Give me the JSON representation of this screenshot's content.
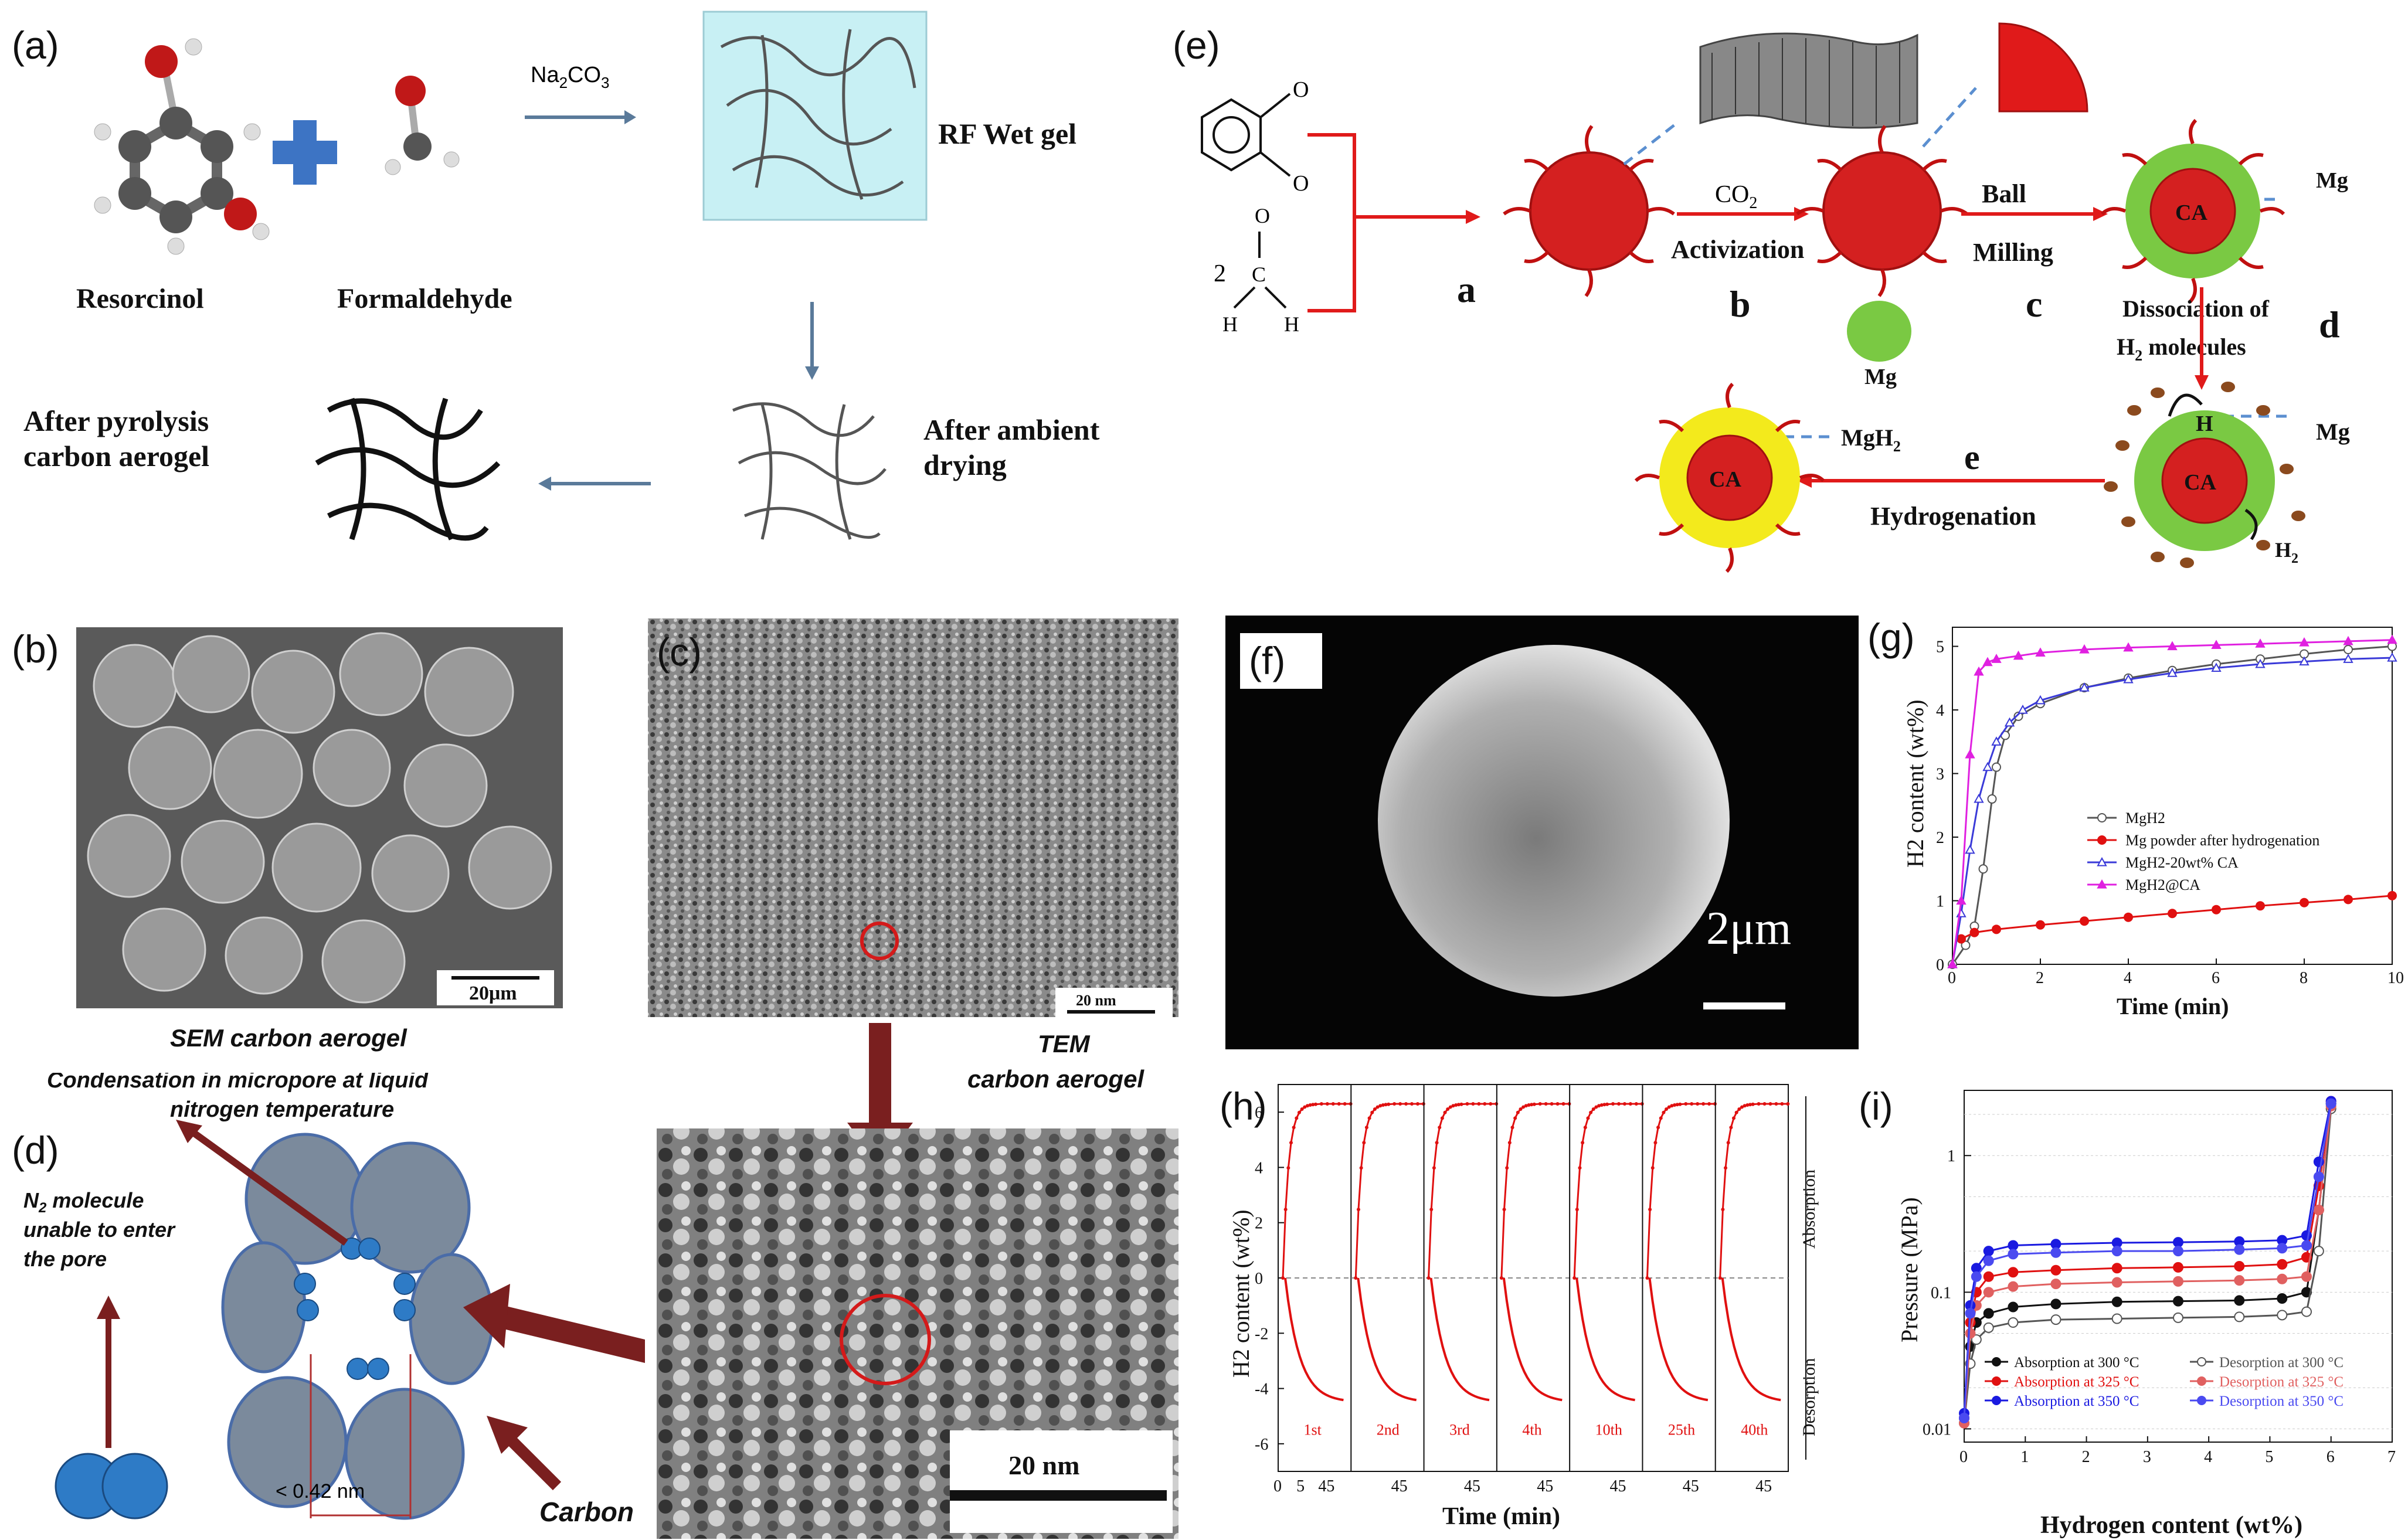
{
  "panel_labels": {
    "a": "(a)",
    "b": "(b)",
    "c": "(c)",
    "d": "(d)",
    "e": "(e)",
    "f": "(f)",
    "g": "(g)",
    "h": "(h)",
    "i": "(i)"
  },
  "panel_a": {
    "resorcinol": "Resorcinol",
    "formaldehyde": "Formaldehyde",
    "catalyst": "Na",
    "catalyst_sub1": "2",
    "catalyst_mid": "CO",
    "catalyst_sub2": "3",
    "wet_gel": "RF Wet gel",
    "ambient_1": "After ambient",
    "ambient_2": "drying",
    "pyro_1": "After pyrolysis",
    "pyro_2": "carbon aerogel"
  },
  "panel_b": {
    "scale": "20μm",
    "caption": "SEM carbon aerogel"
  },
  "panel_c": {
    "scale_top": "20 nm",
    "scale_bottom": "20 nm",
    "caption_1": "TEM",
    "caption_2": "carbon aerogel"
  },
  "panel_d": {
    "condensation_1": "Condensation in micropore at liquid",
    "condensation_2": "nitrogen temperature",
    "n2_1": "N",
    "n2_sub": "2",
    "n2_rest": " molecule",
    "n2_2": "unable to enter",
    "n2_3": "the pore",
    "size": "< 0.42 nm",
    "carbon": "Carbon"
  },
  "panel_e": {
    "o": "O",
    "two": "2",
    "h": "H",
    "c_atom": "C",
    "step_a": "a",
    "step_b": "b",
    "step_c": "c",
    "step_d": "d",
    "step_e": "e",
    "co2": "CO",
    "co2_sub": "2",
    "activization": "Activization",
    "ball": "Ball",
    "milling": "Milling",
    "mg": "Mg",
    "ca": "CA",
    "dissoc_1": "Dissociation of",
    "dissoc_2_h": "H",
    "dissoc_2_sub": "2",
    "dissoc_2_rest": " molecules",
    "mgh2": "MgH",
    "mgh2_sub": "2",
    "hydrogenation": "Hydrogenation",
    "h_atom": "H",
    "h2": "H",
    "h2_sub": "2"
  },
  "panel_f": {
    "scale": "2μm"
  },
  "colors": {
    "red": "#d42020",
    "green": "#7ac943",
    "yellow": "#f3ea1c",
    "dark_red": "#7a1f1f",
    "blue_arrow": "#5b8fd0"
  },
  "chart_data": [
    {
      "panel": "g",
      "type": "line",
      "xlabel": "Time (min)",
      "ylabel": "H2 content (wt%)",
      "xlim": [
        0,
        10
      ],
      "ylim": [
        0,
        5.3
      ],
      "xticks": [
        0,
        2,
        4,
        6,
        8,
        10
      ],
      "yticks": [
        0,
        1,
        2,
        3,
        4,
        5
      ],
      "legend_position": "center-right",
      "series": [
        {
          "name": "MgH2",
          "color": "#555555",
          "marker": "circle-open",
          "x": [
            0,
            0.3,
            0.5,
            0.7,
            0.9,
            1.0,
            1.2,
            1.5,
            2,
            3,
            4,
            5,
            6,
            7,
            8,
            9,
            10
          ],
          "y": [
            0,
            0.3,
            0.6,
            1.5,
            2.6,
            3.1,
            3.6,
            3.9,
            4.1,
            4.35,
            4.5,
            4.62,
            4.72,
            4.8,
            4.88,
            4.95,
            5.0
          ]
        },
        {
          "name": "Mg powder after hydrogenation",
          "color": "#e01010",
          "marker": "circle-filled",
          "x": [
            0.2,
            0.5,
            1,
            2,
            3,
            4,
            5,
            6,
            7,
            8,
            9,
            10
          ],
          "y": [
            0.4,
            0.5,
            0.55,
            0.62,
            0.68,
            0.74,
            0.8,
            0.86,
            0.92,
            0.97,
            1.02,
            1.08
          ]
        },
        {
          "name": "MgH2-20wt% CA",
          "color": "#3a3ad8",
          "marker": "triangle-open",
          "x": [
            0,
            0.2,
            0.4,
            0.6,
            0.8,
            1.0,
            1.3,
            1.6,
            2,
            3,
            4,
            5,
            6,
            7,
            8,
            9,
            10
          ],
          "y": [
            0,
            0.8,
            1.8,
            2.6,
            3.1,
            3.5,
            3.8,
            4.0,
            4.15,
            4.35,
            4.48,
            4.58,
            4.66,
            4.72,
            4.76,
            4.8,
            4.82
          ]
        },
        {
          "name": "MgH2@CA",
          "color": "#e020e0",
          "marker": "triangle-filled",
          "x": [
            0,
            0.2,
            0.4,
            0.6,
            0.8,
            1.0,
            1.5,
            2,
            3,
            4,
            5,
            6,
            7,
            8,
            9,
            10
          ],
          "y": [
            0,
            1.0,
            3.3,
            4.6,
            4.75,
            4.8,
            4.85,
            4.9,
            4.95,
            4.98,
            5.0,
            5.02,
            5.04,
            5.06,
            5.08,
            5.1
          ]
        }
      ]
    },
    {
      "panel": "h",
      "type": "line",
      "xlabel": "Time (min)",
      "ylabel": "H2 content (wt%)",
      "ylim": [
        -7,
        7
      ],
      "yticks": [
        -6,
        -4,
        -2,
        0,
        2,
        4,
        6
      ],
      "xticks_first": [
        "0",
        "5",
        "45"
      ],
      "xticks_cycle": "45",
      "right_labels": [
        "Absorption",
        "Desorption"
      ],
      "cycles": [
        "1st",
        "2nd",
        "3rd",
        "4th",
        "10th",
        "25th",
        "40th"
      ],
      "absorption_max": 6.3,
      "desorption_min": -4.5
    },
    {
      "panel": "i",
      "type": "line",
      "xlabel": "Hydrogen content (wt%)",
      "ylabel": "Pressure (MPa)",
      "xlim": [
        0,
        7
      ],
      "ylim": [
        0.01,
        2.5
      ],
      "yscale": "log",
      "xticks": [
        0,
        1,
        2,
        3,
        4,
        5,
        6,
        7
      ],
      "yticks": [
        "0.01",
        "0.1",
        "1"
      ],
      "legend_position": "bottom",
      "series": [
        {
          "name": "Absorption at 300 °C",
          "color": "#111111",
          "marker": "circle-filled",
          "x": [
            0,
            0.1,
            0.2,
            0.4,
            0.8,
            1.5,
            2.5,
            3.5,
            4.5,
            5.2,
            5.6,
            5.8,
            6.0
          ],
          "y": [
            0.012,
            0.04,
            0.06,
            0.07,
            0.078,
            0.082,
            0.085,
            0.086,
            0.087,
            0.09,
            0.1,
            0.4,
            2.4
          ]
        },
        {
          "name": "Desorption at 300 °C",
          "color": "#555555",
          "marker": "circle-open",
          "x": [
            0,
            0.1,
            0.2,
            0.4,
            0.8,
            1.5,
            2.5,
            3.5,
            4.5,
            5.2,
            5.6,
            5.8,
            6.0
          ],
          "y": [
            0.011,
            0.03,
            0.045,
            0.055,
            0.06,
            0.063,
            0.064,
            0.065,
            0.066,
            0.068,
            0.072,
            0.2,
            2.2
          ]
        },
        {
          "name": "Absorption at 325 °C",
          "color": "#e01010",
          "marker": "circle-filled",
          "x": [
            0,
            0.1,
            0.2,
            0.4,
            0.8,
            1.5,
            2.5,
            3.5,
            4.5,
            5.2,
            5.6,
            5.8,
            6.0
          ],
          "y": [
            0.012,
            0.06,
            0.1,
            0.13,
            0.14,
            0.145,
            0.15,
            0.152,
            0.155,
            0.16,
            0.18,
            0.6,
            2.5
          ]
        },
        {
          "name": "Desorption at 325 °C",
          "color": "#e06060",
          "marker": "circle-half",
          "x": [
            0,
            0.1,
            0.2,
            0.4,
            0.8,
            1.5,
            2.5,
            3.5,
            4.5,
            5.2,
            5.6,
            5.8,
            6.0
          ],
          "y": [
            0.011,
            0.05,
            0.08,
            0.1,
            0.11,
            0.115,
            0.118,
            0.12,
            0.122,
            0.125,
            0.13,
            0.4,
            2.3
          ]
        },
        {
          "name": "Absorption at 350 °C",
          "color": "#1a1ae0",
          "marker": "circle-filled",
          "x": [
            0,
            0.1,
            0.2,
            0.4,
            0.8,
            1.5,
            2.5,
            3.5,
            4.5,
            5.2,
            5.6,
            5.8,
            6.0
          ],
          "y": [
            0.013,
            0.08,
            0.15,
            0.2,
            0.22,
            0.225,
            0.23,
            0.232,
            0.235,
            0.24,
            0.26,
            0.9,
            2.5
          ]
        },
        {
          "name": "Desorption at 350 °C",
          "color": "#4a4af0",
          "marker": "circle-half",
          "x": [
            0,
            0.1,
            0.2,
            0.4,
            0.8,
            1.5,
            2.5,
            3.5,
            4.5,
            5.2,
            5.6,
            5.8,
            6.0
          ],
          "y": [
            0.012,
            0.07,
            0.13,
            0.17,
            0.19,
            0.195,
            0.2,
            0.2,
            0.205,
            0.21,
            0.22,
            0.7,
            2.4
          ]
        }
      ]
    }
  ]
}
